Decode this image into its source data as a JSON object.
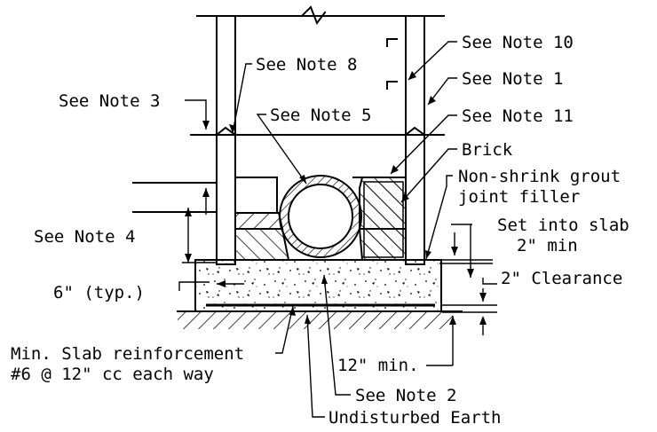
{
  "labels": {
    "note8": "See Note 8",
    "note10": "See Note 10",
    "note1": "See Note 1",
    "note3": "See Note 3",
    "note5": "See Note 5",
    "note11": "See Note 11",
    "brick": "Brick",
    "grout1": "Non-shrink grout",
    "grout2": "joint filler",
    "note4": "See Note 4",
    "set1": "Set into slab",
    "set2": "2\" min",
    "typ": "6\" (typ.)",
    "clearance": "2\" Clearance",
    "slab1": "Min. Slab reinforcement",
    "slab2": "#6 @ 12\" cc each way",
    "twelve": "12\" min.",
    "note2": "See Note 2",
    "earth": "Undisturbed Earth"
  },
  "colors": {
    "line": "#000000",
    "background": "#ffffff"
  }
}
